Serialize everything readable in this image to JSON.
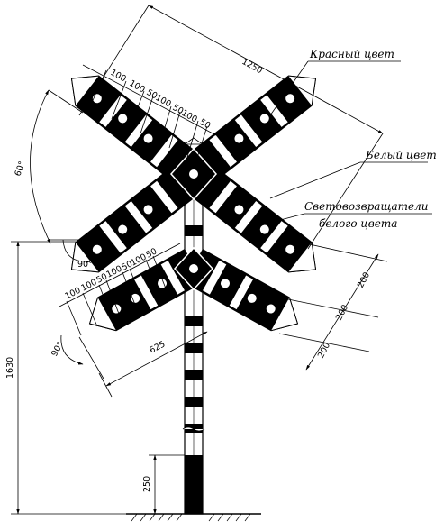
{
  "labels": {
    "red": "Красный цвет",
    "white": "Белый цвет",
    "reflector_1": "Световозвращатели",
    "reflector_2": "белого цвета"
  },
  "dims": {
    "total_span": "1250",
    "upper_segments": [
      "100",
      "100",
      "50",
      "100",
      "50",
      "100",
      "50"
    ],
    "lower_segments": [
      "100",
      "100",
      "50",
      "100",
      "50",
      "100",
      "50"
    ],
    "lower_arm": "625",
    "height": "1630",
    "base": "250",
    "gap_1": "200",
    "gap_2": "200",
    "gap_3": "200",
    "angle_60": "60°",
    "angle_90_upper": "90°",
    "angle_90_lower": "90°"
  },
  "colors": {
    "paint": "#000000",
    "background": "#ffffff"
  }
}
